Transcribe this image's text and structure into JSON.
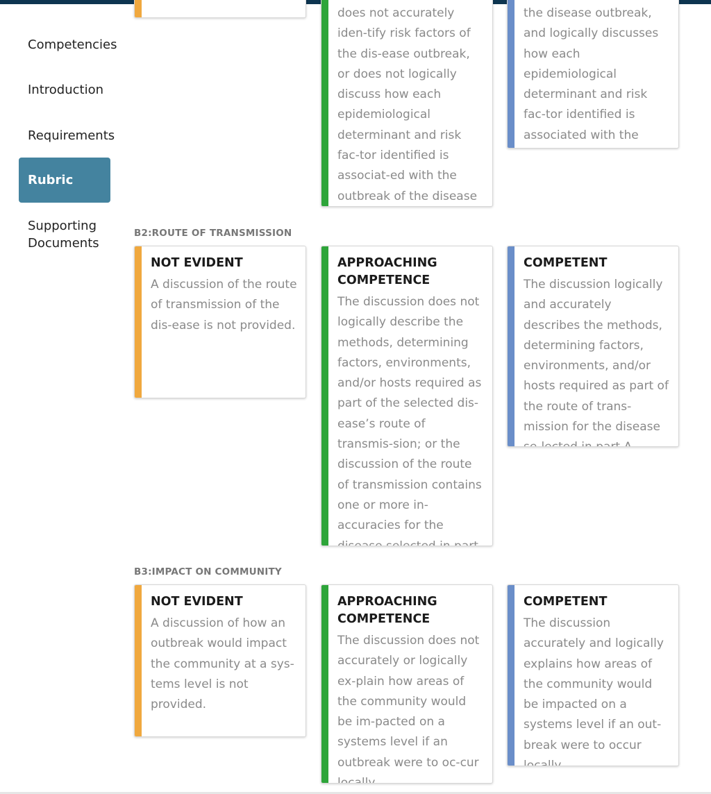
{
  "nav": {
    "competencies": "Competencies",
    "introduction": "Introduction",
    "requirements": "Requirements",
    "rubric": "Rubric",
    "supporting_documents": "Supporting Documents"
  },
  "colors": {
    "header": "#0d3550",
    "active_nav": "#44839f",
    "not_evident": "#f0a83e",
    "approaching": "#2ea53a",
    "competent": "#6a8ec9"
  },
  "b1": {
    "approaching_desc": "does not accurately iden-tify risk factors of the dis-ease outbreak, or does not logically discuss how each epidemiological determinant and risk fac-tor identified is associat-ed with the outbreak of the disease selected in part A.",
    "competent_desc": "the disease outbreak, and logically discusses how each epidemiological determinant and risk fac-tor identified is associated with the outbreak of the disease selected in part A."
  },
  "b2": {
    "label": "B2:ROUTE OF TRANSMISSION",
    "not_evident": {
      "title": "NOT EVIDENT",
      "desc": "A discussion of the route of transmission of the dis-ease is not provided."
    },
    "approaching": {
      "title": "APPROACHING COMPETENCE",
      "desc": "The discussion does not logically describe the methods, determining factors, environments, and/or hosts required as part of the selected dis-ease’s route of transmis-sion; or the discussion of the route of transmission contains one or more in-accuracies for the disease selected in part A."
    },
    "competent": {
      "title": "COMPETENT",
      "desc": "The discussion logically and accurately describes the methods, determining factors, environments, and/or hosts required as part of the route of trans-mission for the disease se-lected in part A."
    }
  },
  "b3": {
    "label": "B3:IMPACT ON COMMUNITY",
    "not_evident": {
      "title": "NOT EVIDENT",
      "desc": "A discussion of how an outbreak would impact the community at a sys-tems level is not provided."
    },
    "approaching": {
      "title": "APPROACHING COMPETENCE",
      "desc": "The discussion does not accurately or logically ex-plain how areas of the community would be im-pacted on a systems level if an outbreak were to oc-cur locally."
    },
    "competent": {
      "title": "COMPETENT",
      "desc": "The discussion accurately and logically explains how areas of the community would be impacted on a systems level if an out-break were to occur locally."
    }
  }
}
